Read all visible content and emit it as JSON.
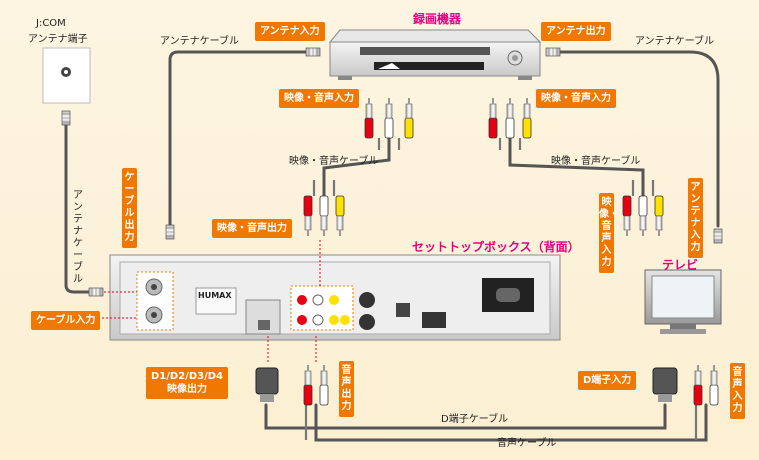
{
  "jcom_line1": "J:COM",
  "jcom_line2": "アンテナ端子",
  "recorder_title": "録画機器",
  "stb_title": "セットトップボックス（背面）",
  "tv_title": "テレビ",
  "tags": {
    "antenna_in_top": "アンテナ入力",
    "antenna_out_top": "アンテナ出力",
    "av_in_left": "映像・音声入力",
    "av_in_right": "映像・音声入力",
    "av_out_stb": "映像・音声出力",
    "cable_out": "ケーブル出力",
    "cable_in": "ケーブル入力",
    "d_out_line1": "D1/D2/D3/D4",
    "d_out_line2": "映像出力",
    "audio_out": "音声出力",
    "d_in": "D端子入力",
    "audio_in": "音声入力",
    "tv_av_in": "映像・音声入力",
    "tv_antenna_in": "アンテナ入力"
  },
  "cables": {
    "antenna_left_top": "アンテナケーブル",
    "antenna_right_top": "アンテナケーブル",
    "antenna_vertical": "アンテナケーブル",
    "av_cable_left": "映像・音声ケーブル",
    "av_cable_right": "映像・音声ケーブル",
    "d_cable": "D端子ケーブル",
    "audio_cable": "音声ケーブル"
  },
  "stb_brand": "HUMAX",
  "colors": {
    "tag_orange": "#f07800",
    "title_pink": "#e4007f",
    "plug_red": "#e60012",
    "plug_yellow": "#ffe100",
    "plug_white": "#ffffff",
    "cable_gray": "#555555"
  }
}
